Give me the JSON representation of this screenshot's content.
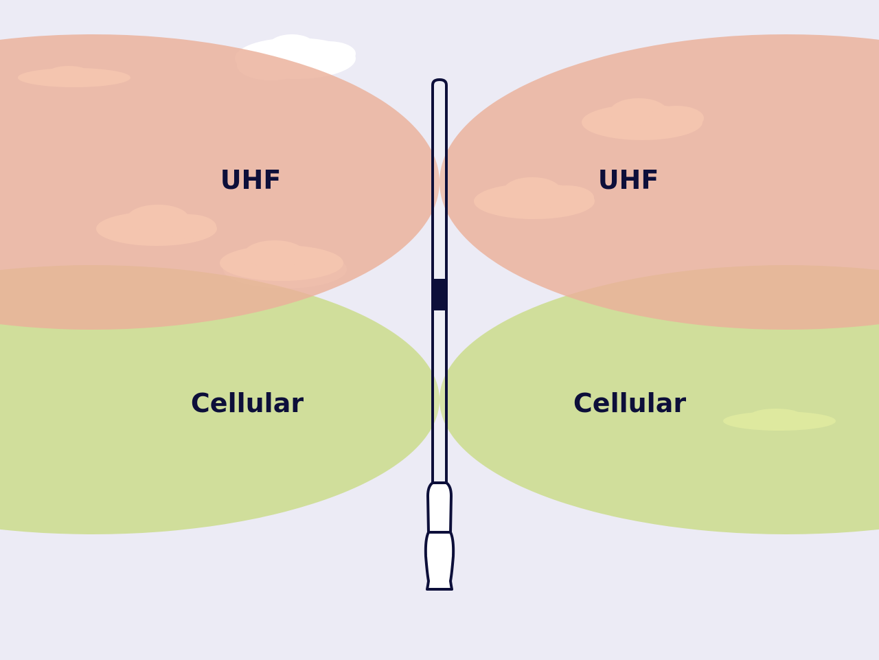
{
  "colors": {
    "background": "#ecebf5",
    "uhf_lobe": "#eab09a",
    "cellular_lobe": "#c4d875",
    "antenna_outline": "#0d0f3a",
    "antenna_fill": "#ffffff",
    "cloud": "#ffffff"
  },
  "lobes": {
    "uhf_left_label": "UHF",
    "uhf_right_label": "UHF",
    "cellular_left_label": "Cellular",
    "cellular_right_label": "Cellular"
  },
  "icons": {
    "antenna": "antenna-icon",
    "cloud": "cloud-icon"
  }
}
